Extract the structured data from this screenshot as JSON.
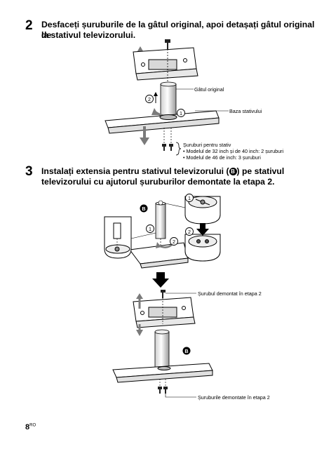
{
  "step2": {
    "number": "2",
    "line1": "Desfaceți șuruburile de la gâtul original, apoi detașați gâtul original de",
    "line2": "la stativul televizorului."
  },
  "figure1": {
    "neck_label": "Gâtul original",
    "base_label": "Baza stativului",
    "screws_title": "Șuruburi pentru stativ",
    "screws_note1": "• Modelul de 32 inch și de 40 inch: 2 șuruburi",
    "screws_note2": "• Modelul de 46 de inch: 3 șuruburi",
    "callout_1": "1",
    "callout_2": "2"
  },
  "step3": {
    "number": "3",
    "line1_before": "Instalați extensia pentru stativul televizorului (",
    "badge": "B",
    "line1_after": ") pe stativul",
    "line2": "televizorului cu ajutorul șuruburilor demontate la etapa 2."
  },
  "figure2": {
    "callout_1": "1",
    "callout_2": "2",
    "badge": "B"
  },
  "figure3": {
    "top_screw_label": "Șurubul demontat în etapa 2",
    "bottom_screws_label": "Șuruburile demontate în etapa 2",
    "badge": "B"
  },
  "footer": {
    "page": "8",
    "lang": "RO"
  }
}
